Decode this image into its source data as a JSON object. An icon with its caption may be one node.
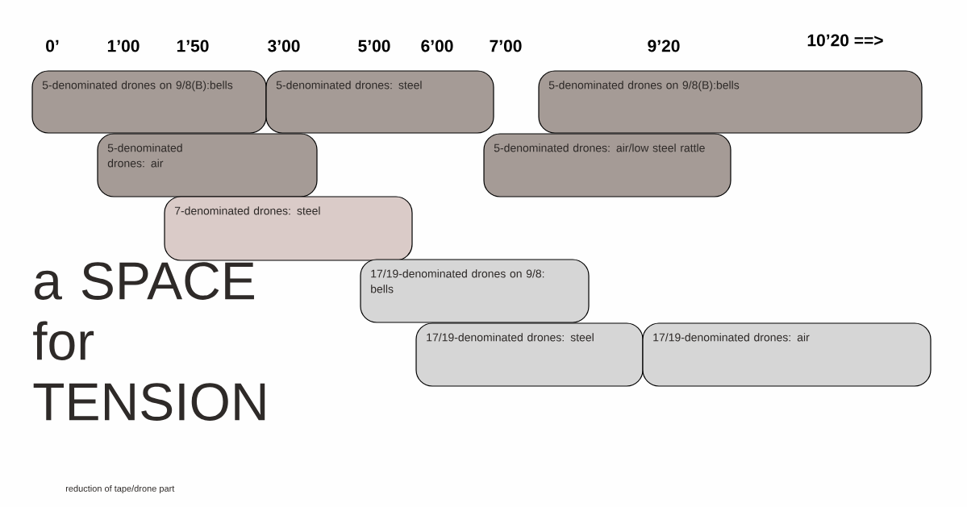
{
  "diagram": {
    "title": "a SPACE for TENSION",
    "caption": "reduction of tape/drone part",
    "nodes": [
      {
        "text": [
          "5-denominated drones on 9/8(B):bells"
        ]
      },
      {
        "text": [
          "5-denominated drones: steel"
        ]
      },
      {
        "text": [
          "5-denominated drones on 9/8(B):bells"
        ]
      },
      {
        "text": [
          "5-denominated drones: air"
        ]
      },
      {
        "text": [
          "5-denominated drones: air/low steel rattle"
        ]
      },
      {
        "text": [
          "7-denominated drones: steel"
        ]
      },
      {
        "text": [
          "17/19-denominated drones on 9/8: bells"
        ]
      },
      {
        "text": [
          "17/19-denominated drones: steel"
        ]
      },
      {
        "text": [
          "17/19-denominated drones: air"
        ]
      }
    ],
    "labels": [
      "0’",
      "1’00",
      "1’50",
      "3’00",
      "5’00",
      "6’00",
      "7’00",
      "9’20",
      "10’20 ==>"
    ]
  }
}
